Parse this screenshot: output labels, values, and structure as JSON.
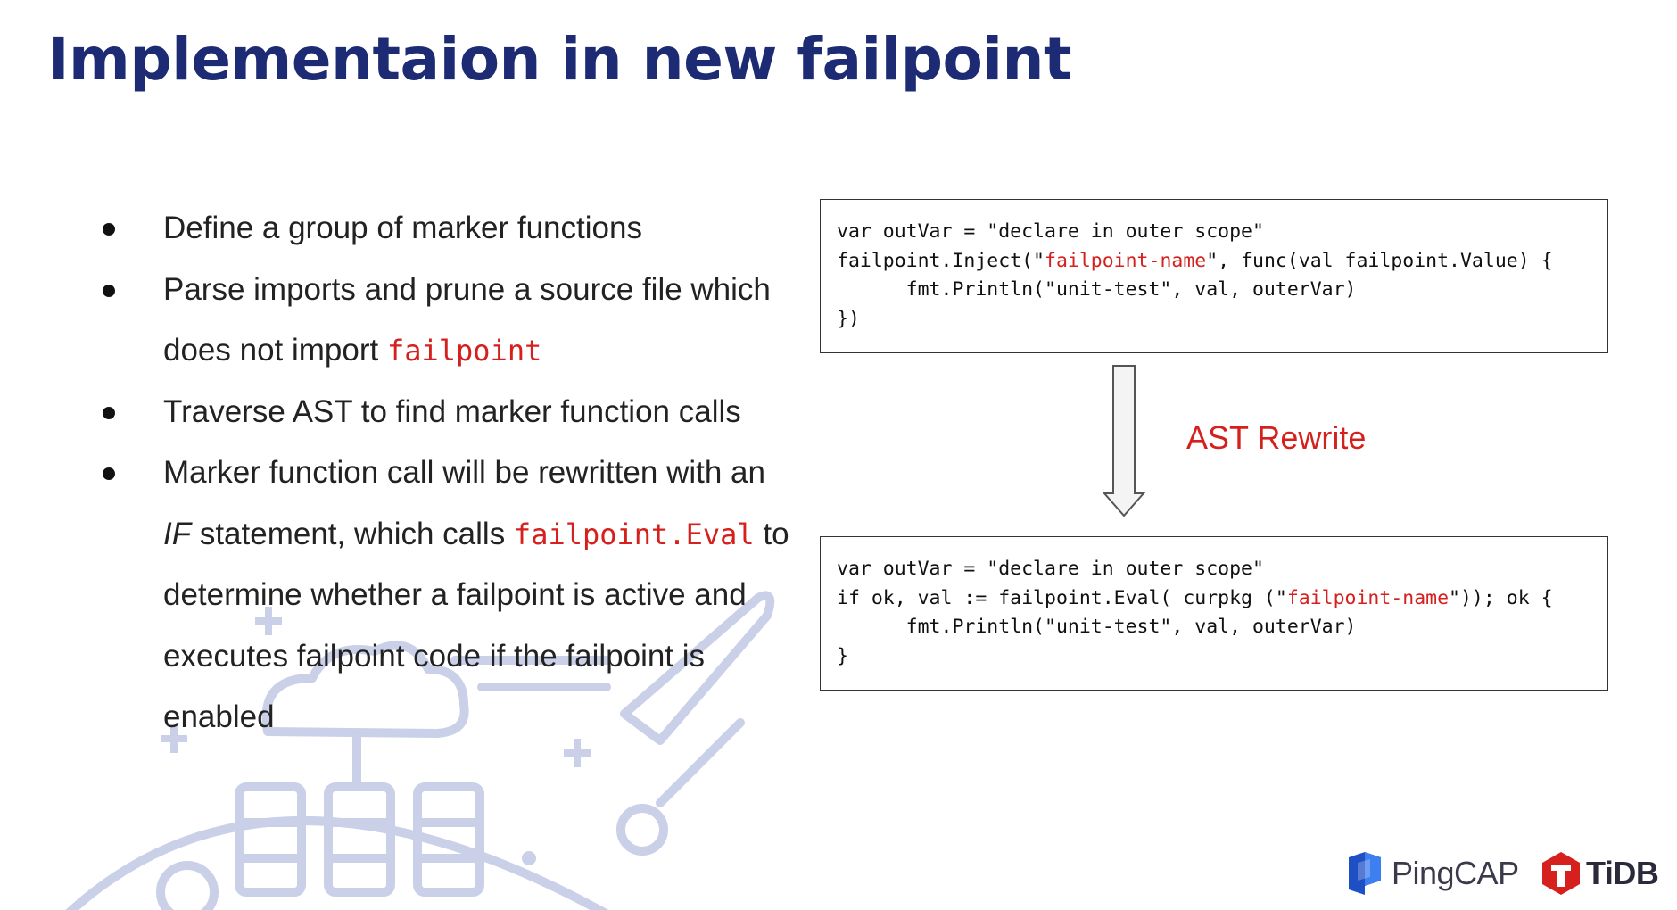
{
  "slide": {
    "title": "Implementaion in new failpoint"
  },
  "bullets": [
    {
      "text": "Define a group of marker functions"
    },
    {
      "text_before": "Parse imports and prune a source file which does not import ",
      "code": "failpoint"
    },
    {
      "text": "Traverse AST to find marker function calls"
    },
    {
      "text_before": "Marker function call will be rewritten with an ",
      "italic": "IF",
      "text_middle": " statement, which calls ",
      "code": "failpoint.Eval",
      "text_after": " to determine whether a failpoint is active and executes failpoint code if the failpoint is enabled"
    }
  ],
  "code_before": {
    "line1": "var outVar = \"declare in outer scope\"",
    "line2_prefix": "failpoint.Inject(\"",
    "line2_red": "failpoint-name",
    "line2_suffix": "\", func(val failpoint.Value) {",
    "line3": "      fmt.Println(\"unit-test\", val, outerVar)",
    "line4": "})"
  },
  "code_after": {
    "line1": "var outVar = \"declare in outer scope\"",
    "line2_prefix": "if ok, val := failpoint.Eval(_curpkg_(\"",
    "line2_red": "failpoint-name",
    "line2_suffix": "\")); ok {",
    "line3": "      fmt.Println(\"unit-test\", val, outerVar)",
    "line4": "}"
  },
  "arrow_label": "AST Rewrite",
  "logos": {
    "pingcap": "PingCAP",
    "tidb": "TiDB"
  },
  "colors": {
    "title": "#1c2b73",
    "accent_red": "#d6201e",
    "illustration": "#c9d0e8",
    "pingcap_blue": "#2f63d6",
    "tidb_red": "#d6201e"
  },
  "icons": {
    "bullet": "bullet-dot-icon",
    "arrow": "down-arrow-icon",
    "pingcap": "pingcap-logo-icon",
    "tidb": "tidb-logo-icon",
    "background": "cloud-servers-illustration"
  }
}
